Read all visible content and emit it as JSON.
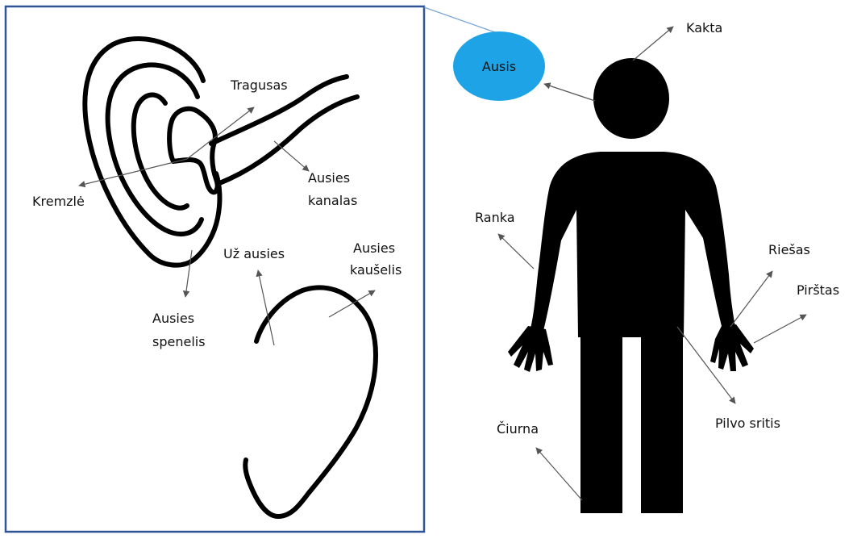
{
  "colors": {
    "panel_border": "#2f5597",
    "callout_fill": "#1ea4e6",
    "silhouette": "#000000",
    "arrow": "#555555"
  },
  "ear_labels": {
    "tragusas": "Tragusas",
    "kremzle": "Kremzlė",
    "kanalas_1": "Ausies",
    "kanalas_2": "kanalas",
    "uz_ausies": "Už ausies",
    "kauselis_1": "Ausies",
    "kauselis_2": "kaušelis",
    "spenelis_1": "Ausies",
    "spenelis_2": "spenelis"
  },
  "body_labels": {
    "ausis": "Ausis",
    "kakta": "Kakta",
    "ranka": "Ranka",
    "riesas": "Riešas",
    "pirstas": "Pirštas",
    "pilvo_sritis": "Pilvo sritis",
    "ciurna": "Čiurna"
  }
}
